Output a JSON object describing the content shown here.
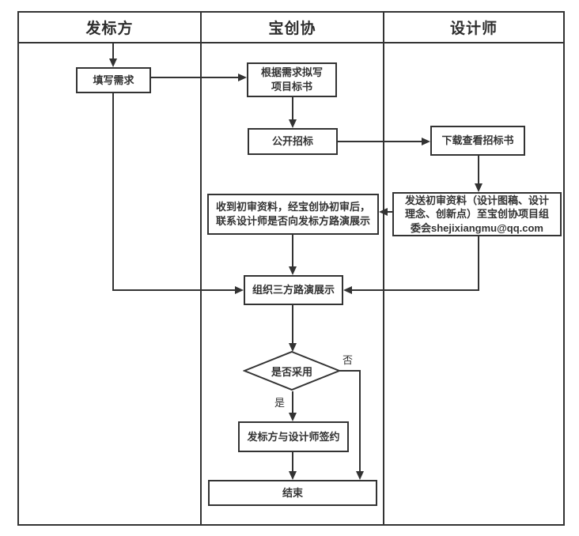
{
  "header": {
    "lanes": [
      {
        "label": "发标方"
      },
      {
        "label": "宝创协"
      },
      {
        "label": "设计师"
      }
    ]
  },
  "nodes": {
    "fill_requirements": "填写需求",
    "draft_bid": "根据需求拟写\n项目标书",
    "public_bid": "公开招标",
    "download_bid": "下载查看招标书",
    "send_materials": "发送初审资料（设计图稿、设计\n理念、创新点）至宝创协项目组\n委会shejixiangmu@qq.com",
    "receive_materials": "收到初审资料，经宝创协初审后，\n联系设计师是否向发标方路演展示",
    "organize_roadshow": "组织三方路演展示",
    "decision": "是否采用",
    "sign_contract": "发标方与设计师签约",
    "end": "结束"
  },
  "edge_labels": {
    "yes": "是",
    "no": "否"
  },
  "colors": {
    "line": "#333333",
    "node_background": "#ffffff",
    "text": "#333333",
    "page_background": "#ffffff"
  }
}
